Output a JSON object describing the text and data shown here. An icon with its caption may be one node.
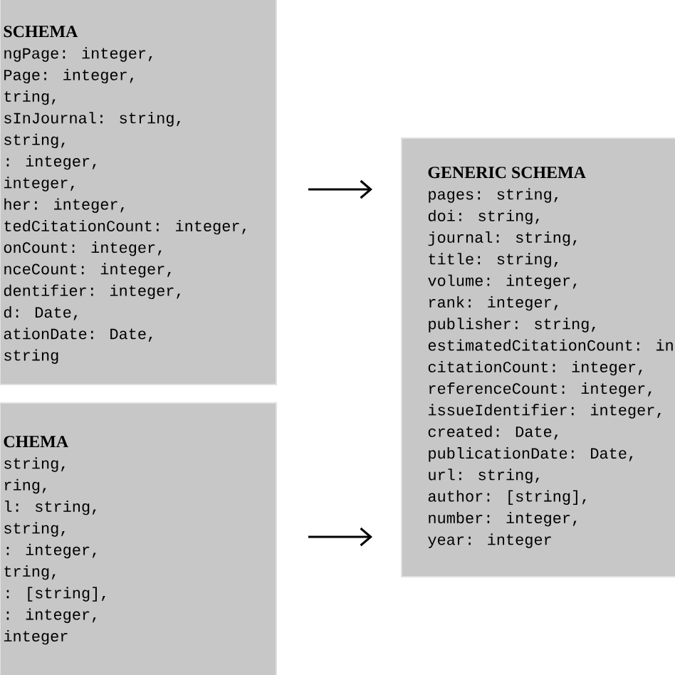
{
  "diagram": {
    "nodes": [
      {
        "text": [
          "SCHEMA",
          "ngPage: integer,",
          "Page: integer,",
          "tring,",
          "sInJournal: string,",
          "string,",
          ": integer,",
          "integer,",
          "her: integer,",
          "tedCitationCount: integer,",
          "onCount: integer,",
          "nceCount: integer,",
          "dentifier: integer,",
          "d: Date,",
          "ationDate: Date,",
          "string"
        ]
      },
      {
        "text": [
          "CHEMA",
          "string,",
          "ring,",
          "l: string,",
          "string,",
          ": integer,",
          "tring,",
          ": [string],",
          ": integer,",
          "integer"
        ]
      },
      {
        "text": [
          "GENERIC SCHEMA",
          "pages: string,",
          "doi: string,",
          "journal: string,",
          "title: string,",
          "volume: integer,",
          "rank: integer,",
          "publisher: string,",
          "estimatedCitationCount: in",
          "citationCount: integer,",
          "referenceCount: integer,",
          "issueIdentifier: integer,",
          "created: Date,",
          "publicationDate: Date,",
          "url: string,",
          "author: [string],",
          "number: integer,",
          "year: integer"
        ]
      }
    ],
    "edges": [
      {
        "from": 0,
        "to": 2,
        "arrow": "to"
      },
      {
        "from": 1,
        "to": 2,
        "arrow": "to"
      }
    ]
  }
}
